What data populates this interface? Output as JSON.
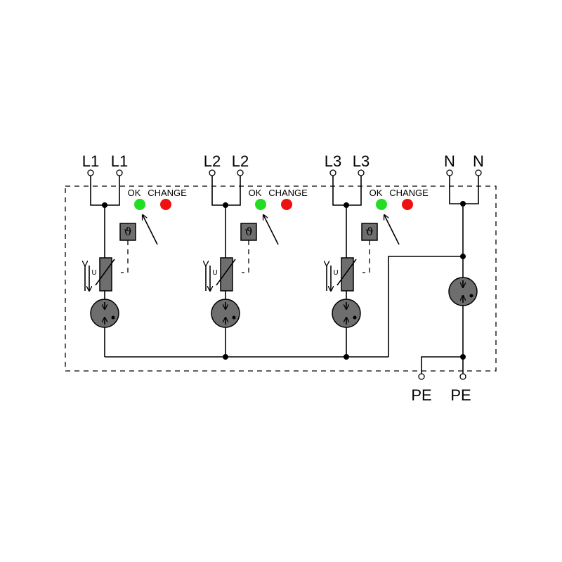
{
  "diagram": {
    "phase_labels": [
      "L1",
      "L1",
      "L2",
      "L2",
      "L3",
      "L3",
      "N",
      "N"
    ],
    "module_labels": {
      "ok": "OK",
      "change": "CHANGE",
      "thermal": "ϑ",
      "voltage": "U"
    },
    "pe_labels": [
      "PE",
      "PE"
    ],
    "colors": {
      "ok_indicator": "#22dd22",
      "change_indicator": "#ee1111",
      "component_fill": "#6e6e6e"
    }
  }
}
